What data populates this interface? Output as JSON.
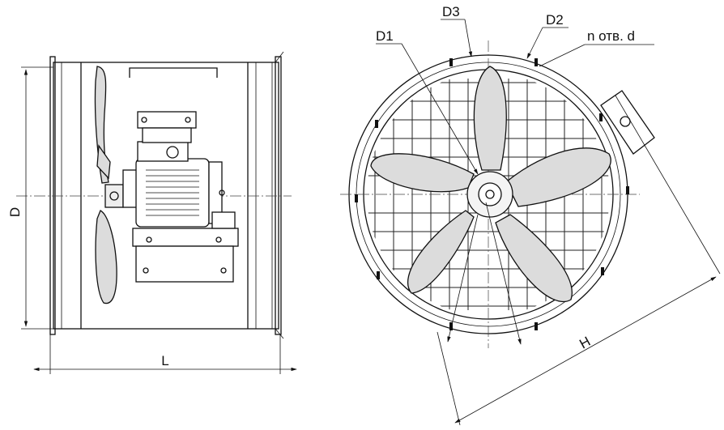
{
  "labels": {
    "d": "D",
    "l": "L",
    "d1": "D1",
    "d2": "D2",
    "d3": "D3",
    "holes": "n отв. d",
    "h": "H"
  }
}
